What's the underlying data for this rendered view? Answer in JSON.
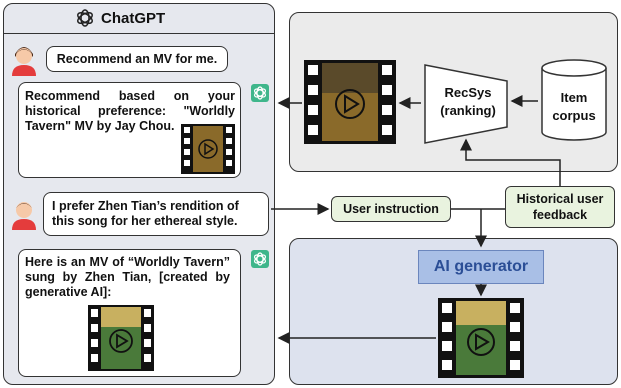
{
  "chat": {
    "title": "ChatGPT",
    "messages": [
      {
        "role": "user",
        "text": "Recommend an MV for me."
      },
      {
        "role": "assistant",
        "text": "Recommend based on your historical preference: \"Worldly Tavern\" MV by Jay Chou."
      },
      {
        "role": "user",
        "text": "I prefer Zhen Tian’s rendition of this song for her ethereal style."
      },
      {
        "role": "assistant",
        "text": "Here is an MV of “Worldly Tavern” sung by Zhen Tian, [created by generative AI]:"
      }
    ]
  },
  "recsys": {
    "label_line1": "RecSys",
    "label_line2": "(ranking)"
  },
  "item_corpus": {
    "line1": "Item",
    "line2": "corpus"
  },
  "user_instruction": "User instruction",
  "historical_feedback": {
    "line1": "Historical user",
    "line2": "feedback"
  },
  "ai_generator": "AI generator",
  "colors": {
    "chat_panel": "#e6e8ee",
    "rec_panel": "#ebebeb",
    "gen_panel": "#dde2ee",
    "node_fill": "#e9f3df",
    "ai_gen_fill": "#a9bfe6",
    "ai_gen_text": "#2b4e96",
    "chatgpt_badge": "#3fb68b",
    "avatar_shirt": "#e43c3c"
  },
  "icons": [
    "openai-logo-icon",
    "user-avatar-icon",
    "chatgpt-badge-icon",
    "video-film-icon",
    "database-cylinder-icon",
    "play-icon"
  ]
}
